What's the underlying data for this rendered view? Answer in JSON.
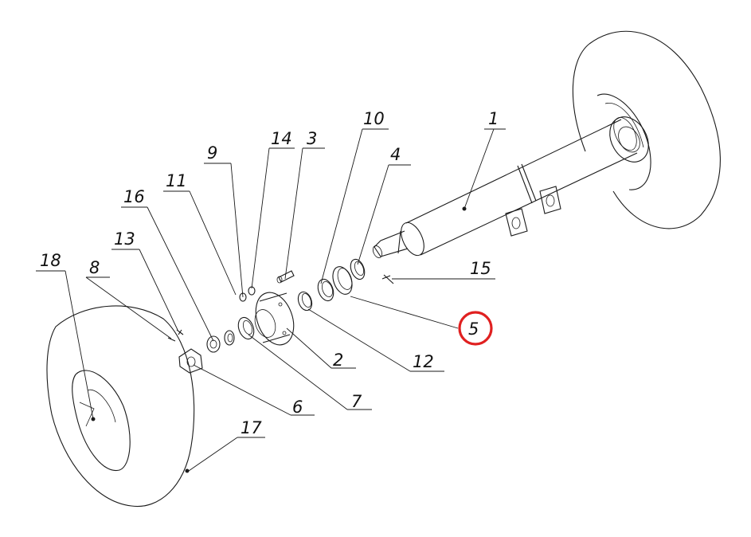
{
  "callouts": [
    {
      "id": "c1",
      "text": "1"
    },
    {
      "id": "c2",
      "text": "2"
    },
    {
      "id": "c3",
      "text": "3"
    },
    {
      "id": "c4",
      "text": "4"
    },
    {
      "id": "c5",
      "text": "5"
    },
    {
      "id": "c6",
      "text": "6"
    },
    {
      "id": "c7",
      "text": "7"
    },
    {
      "id": "c8",
      "text": "8"
    },
    {
      "id": "c9",
      "text": "9"
    },
    {
      "id": "c10",
      "text": "10"
    },
    {
      "id": "c11",
      "text": "11"
    },
    {
      "id": "c12",
      "text": "12"
    },
    {
      "id": "c13",
      "text": "13"
    },
    {
      "id": "c14",
      "text": "14"
    },
    {
      "id": "c15",
      "text": "15"
    },
    {
      "id": "c16",
      "text": "16"
    },
    {
      "id": "c17",
      "text": "17"
    },
    {
      "id": "c18",
      "text": "18"
    }
  ],
  "highlight": {
    "callout": "5",
    "color": "#e02020"
  }
}
